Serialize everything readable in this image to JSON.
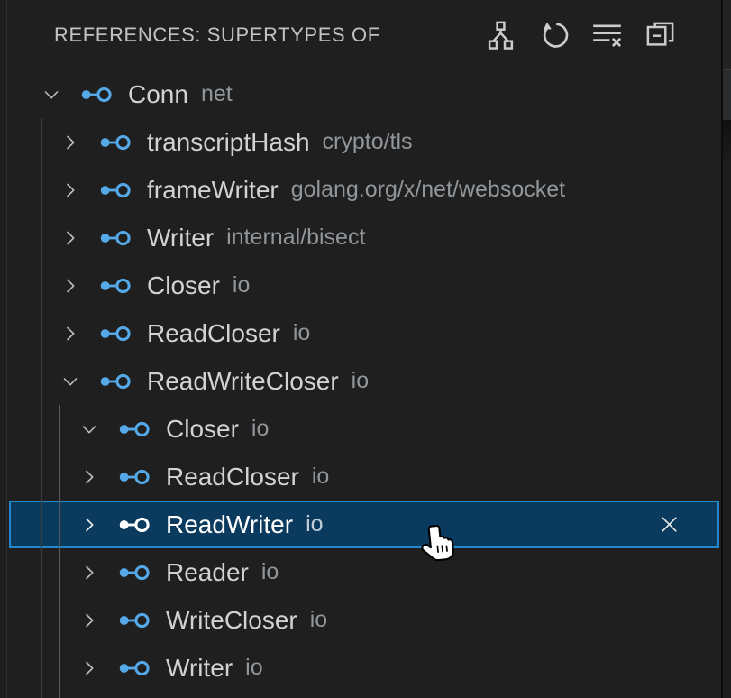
{
  "panel": {
    "title": "REFERENCES: SUPERTYPES OF",
    "actions": [
      {
        "id": "type-hierarchy",
        "icon": "type-hierarchy-icon"
      },
      {
        "id": "refresh",
        "icon": "refresh-icon"
      },
      {
        "id": "clear-all",
        "icon": "clear-all-icon"
      },
      {
        "id": "collapse-all",
        "icon": "collapse-all-icon"
      }
    ]
  },
  "tree": {
    "items": [
      {
        "label": "Conn",
        "description": "net",
        "level": 0,
        "expanded": true,
        "selected": false
      },
      {
        "label": "transcriptHash",
        "description": "crypto/tls",
        "level": 1,
        "expanded": false,
        "selected": false
      },
      {
        "label": "frameWriter",
        "description": "golang.org/x/net/websocket",
        "level": 1,
        "expanded": false,
        "selected": false
      },
      {
        "label": "Writer",
        "description": "internal/bisect",
        "level": 1,
        "expanded": false,
        "selected": false
      },
      {
        "label": "Closer",
        "description": "io",
        "level": 1,
        "expanded": false,
        "selected": false
      },
      {
        "label": "ReadCloser",
        "description": "io",
        "level": 1,
        "expanded": false,
        "selected": false
      },
      {
        "label": "ReadWriteCloser",
        "description": "io",
        "level": 1,
        "expanded": true,
        "selected": false
      },
      {
        "label": "Closer",
        "description": "io",
        "level": 2,
        "expanded": true,
        "selected": false
      },
      {
        "label": "ReadCloser",
        "description": "io",
        "level": 2,
        "expanded": false,
        "selected": false
      },
      {
        "label": "ReadWriter",
        "description": "io",
        "level": 2,
        "expanded": false,
        "selected": true,
        "dismiss_icon": "close-icon"
      },
      {
        "label": "Reader",
        "description": "io",
        "level": 2,
        "expanded": false,
        "selected": false
      },
      {
        "label": "WriteCloser",
        "description": "io",
        "level": 2,
        "expanded": false,
        "selected": false
      },
      {
        "label": "Writer",
        "description": "io",
        "level": 2,
        "expanded": false,
        "selected": false
      }
    ]
  },
  "colors": {
    "background": "#1f1f1f",
    "title": "#c2c2c2",
    "icon_foreground": "#cccccc",
    "row_label": "#d2d2d2",
    "row_description": "#91969b",
    "symbol_icon_blue": "#55a9e8",
    "selection_background": "#0a3a5d",
    "selection_border": "#2287cb",
    "selected_label": "#ffffff",
    "selected_description": "#c3ced6",
    "indent_guide": "#3d3d3d",
    "indent_guide_active": "#5c5c5c"
  }
}
